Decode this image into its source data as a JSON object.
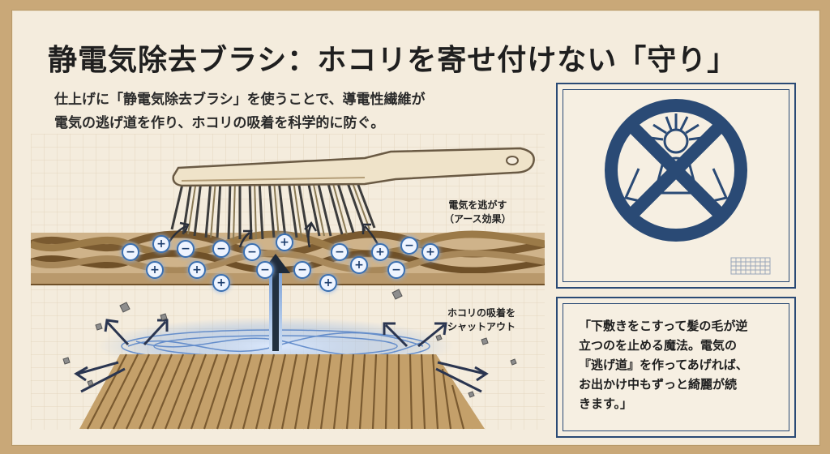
{
  "title": "静電気除去ブラシ：ホコリを寄せ付けない「守り」",
  "intro": {
    "lines": [
      "仕上げに「静電気除去ブラシ」を使うことで、導電性繊維が",
      "電気の逃げ道を作り、ホコリの吸着を科学的に防ぐ。"
    ]
  },
  "illustration": {
    "label_ground": {
      "lines": [
        "電気を逃がす",
        "（アース効果）"
      ]
    },
    "label_block": {
      "lines": [
        "ホコリの吸着を",
        "シャットアウト"
      ]
    },
    "charge_symbols": {
      "positive": "+",
      "negative": "−"
    }
  },
  "icons": {
    "illustration": "brush-discharging-static-icon",
    "prohibition": "no-static-hair-icon"
  },
  "quote": {
    "lines": [
      "「下敷きをこすって髪の毛が逆",
      "立つのを止める魔法。電気の",
      "『逃げ道』を作ってあげれば、",
      "お出かけ中もずっと綺麗が続",
      "きます。」"
    ]
  },
  "colors": {
    "background": "#f4ecdd",
    "frame": "#c9a878",
    "accent_navy": "#2a4a75",
    "charge_blue": "#3a6fb0",
    "fiber_brown": "#8a6a3a"
  }
}
